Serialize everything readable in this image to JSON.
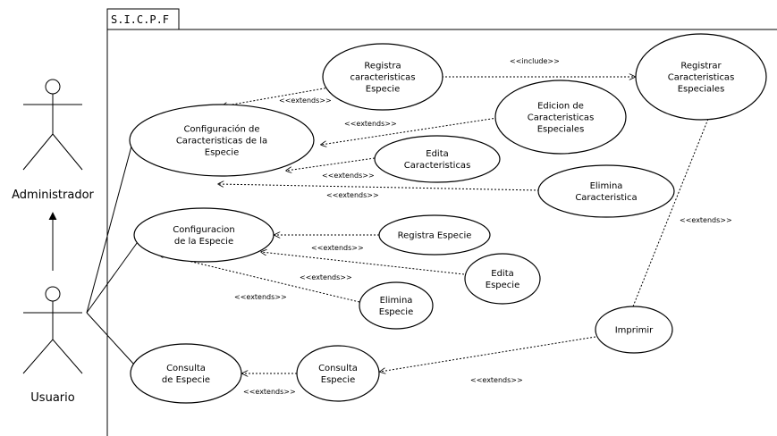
{
  "system": {
    "name": "S.I.C.P.F"
  },
  "actors": [
    {
      "id": "administrador",
      "label": "Administrador"
    },
    {
      "id": "usuario",
      "label": "Usuario"
    }
  ],
  "use_cases": [
    {
      "id": "config-caract",
      "lines": [
        "Configuración de",
        "Caracteristicas de la",
        "Especie"
      ]
    },
    {
      "id": "registra-caract",
      "lines": [
        "Registra",
        "caracteristicas",
        "Especie"
      ]
    },
    {
      "id": "registrar-especiales",
      "lines": [
        "Registrar",
        "Caracteristicas",
        "Especiales"
      ]
    },
    {
      "id": "edicion-caract",
      "lines": [
        "Edicion de",
        "Caracteristicas",
        "Especiales"
      ]
    },
    {
      "id": "edita-caract",
      "lines": [
        "Edita",
        "Caracteristicas"
      ]
    },
    {
      "id": "elimina-caract",
      "lines": [
        "Elimina",
        "Caracteristica"
      ]
    },
    {
      "id": "config-especie",
      "lines": [
        "Configuracion",
        "de la Especie"
      ]
    },
    {
      "id": "registra-especie",
      "lines": [
        "Registra Especie"
      ]
    },
    {
      "id": "edita-especie",
      "lines": [
        "Edita",
        "Especie"
      ]
    },
    {
      "id": "elimina-especie",
      "lines": [
        "Elimina",
        "Especie"
      ]
    },
    {
      "id": "consulta-de-especie",
      "lines": [
        "Consulta",
        "de Especie"
      ]
    },
    {
      "id": "consulta-especie",
      "lines": [
        "Consulta",
        "Especie"
      ]
    },
    {
      "id": "imprimir",
      "lines": [
        "Imprimir"
      ]
    }
  ],
  "relations": [
    {
      "id": "registra-caract-extends",
      "from": "registra-caract",
      "to": "config-caract",
      "label": "<<extends>>"
    },
    {
      "id": "registra-caract-include",
      "from": "registra-caract",
      "to": "registrar-especiales",
      "label": "<<include>>"
    },
    {
      "id": "edicion-caract-extends",
      "from": "edicion-caract",
      "to": "config-caract",
      "label": "<<extends>>"
    },
    {
      "id": "edita-caract-extends",
      "from": "edita-caract",
      "to": "config-caract",
      "label": "<<extends>>"
    },
    {
      "id": "elimina-caract-extends",
      "from": "elimina-caract",
      "to": "config-caract",
      "label": "<<extends>>"
    },
    {
      "id": "registra-especie-extends",
      "from": "registra-especie",
      "to": "config-especie",
      "label": "<<extends>>"
    },
    {
      "id": "edita-especie-extends",
      "from": "edita-especie",
      "to": "config-especie",
      "label": "<<extends>>"
    },
    {
      "id": "elimina-especie-extends",
      "from": "elimina-especie",
      "to": "config-especie",
      "label": "<<extends>>"
    },
    {
      "id": "consulta-especie-extends",
      "from": "consulta-especie",
      "to": "consulta-de-especie",
      "label": "<<extends>>"
    },
    {
      "id": "imprimir-consulta-extends",
      "from": "imprimir",
      "to": "consulta-especie",
      "label": "<<extends>>"
    },
    {
      "id": "imprimir-registrar-extends",
      "from": "imprimir",
      "to": "registrar-especiales",
      "label": "<<extends>>"
    }
  ]
}
